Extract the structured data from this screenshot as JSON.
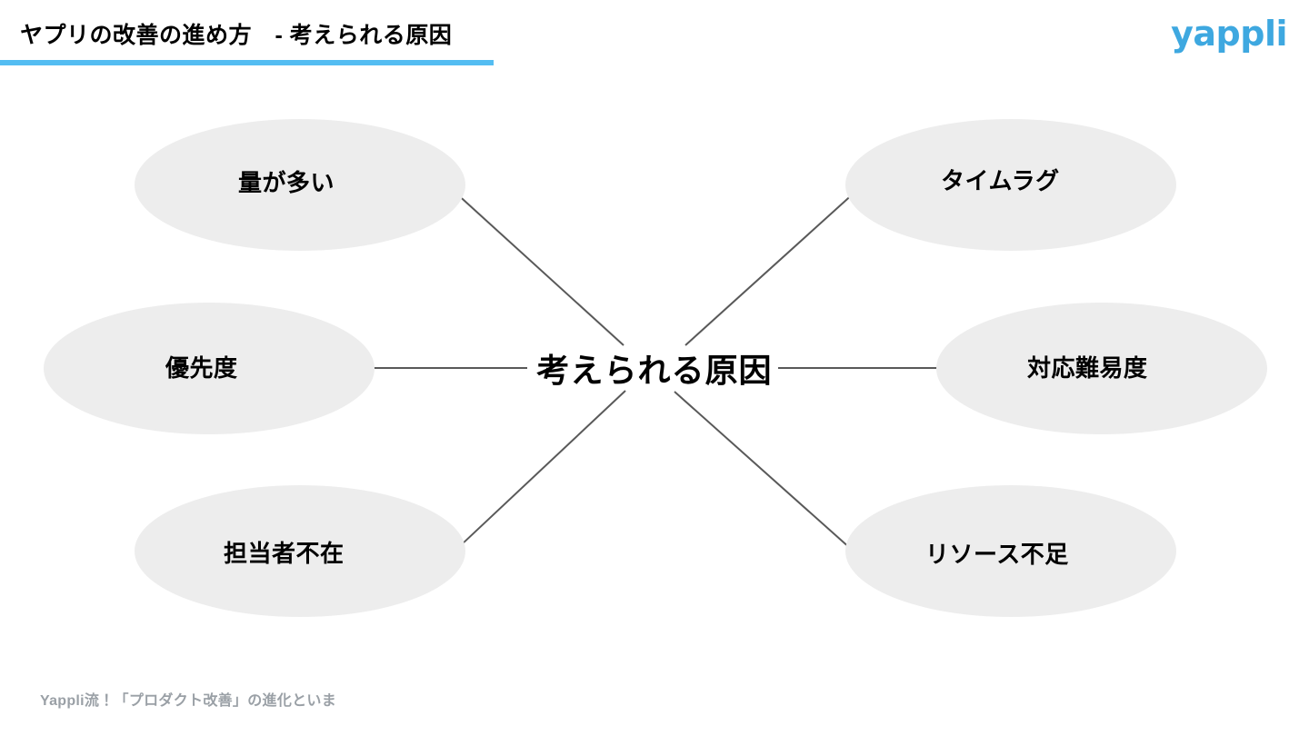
{
  "header": {
    "title": "ヤプリの改善の進め方　- 考えられる原因",
    "underline_color": "#54BDF2",
    "logo_text": "yappli",
    "logo_color": "#3EA8E0"
  },
  "diagram": {
    "type": "mind-map",
    "center": {
      "label": "考えられる原因"
    },
    "node_fill_color": "#EDEDED",
    "connector_color": "#595959",
    "nodes": [
      {
        "id": "top-left",
        "label": "量が多い",
        "position": "top-left"
      },
      {
        "id": "mid-left",
        "label": "優先度",
        "position": "middle-left"
      },
      {
        "id": "bottom-left",
        "label": "担当者不在",
        "position": "bottom-left"
      },
      {
        "id": "top-right",
        "label": "タイムラグ",
        "position": "top-right"
      },
      {
        "id": "mid-right",
        "label": "対応難易度",
        "position": "middle-right"
      },
      {
        "id": "bottom-right",
        "label": "リソース不足",
        "position": "bottom-right"
      }
    ]
  },
  "footer": {
    "text": "Yappli流！「プロダクト改善」の進化といま"
  }
}
